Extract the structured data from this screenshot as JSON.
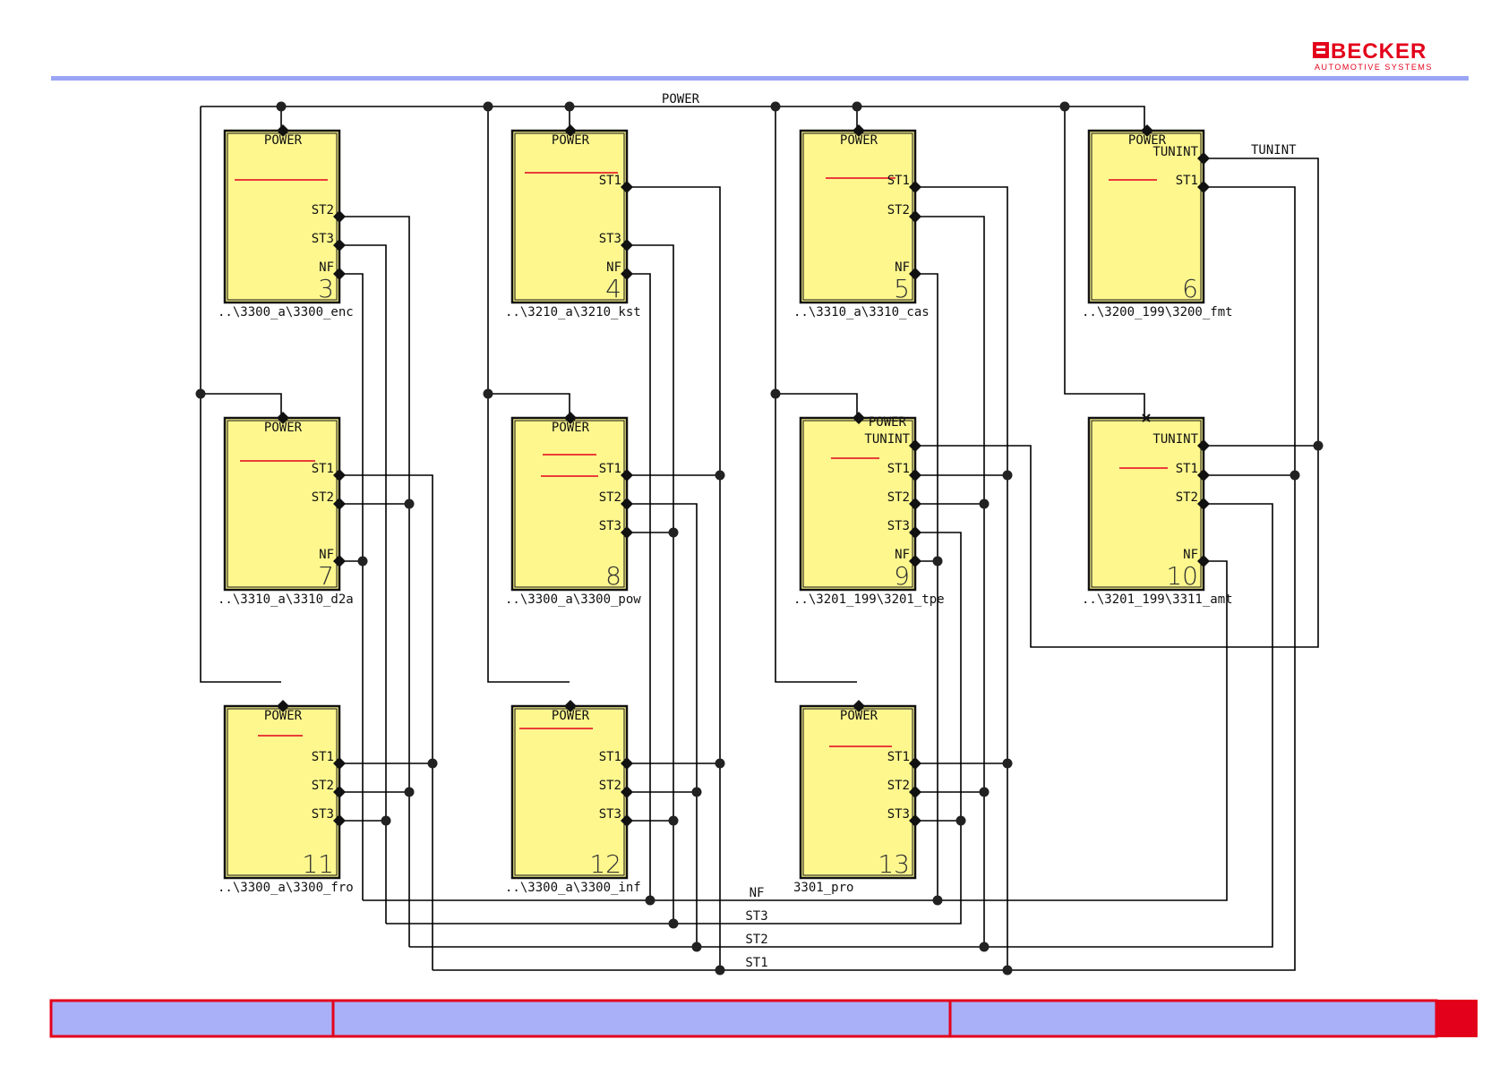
{
  "brand": {
    "name": "BECKER",
    "tagline": "AUTOMOTIVE SYSTEMS",
    "colors": {
      "red": "#e3001b",
      "rule": "#9aa5f5",
      "footer_fill": "#aab0f7",
      "block_fill": "#fdf78e"
    }
  },
  "bus_labels": {
    "power": "POWER",
    "tunint": "TUNINT",
    "nf": "NF",
    "st3": "ST3",
    "st2": "ST2",
    "st1": "ST1"
  },
  "blocks": [
    {
      "id": "3",
      "number": "3",
      "path": "..\\3300_a\\3300_enc",
      "ports": {
        "power": "POWER",
        "st2": "ST2",
        "st3": "ST3",
        "nf": "NF"
      }
    },
    {
      "id": "4",
      "number": "4",
      "path": "..\\3210_a\\3210_kst",
      "ports": {
        "power": "POWER",
        "st1": "ST1",
        "st3": "ST3",
        "nf": "NF"
      }
    },
    {
      "id": "5",
      "number": "5",
      "path": "..\\3310_a\\3310_cas",
      "ports": {
        "power": "POWER",
        "st1": "ST1",
        "st2": "ST2",
        "nf": "NF"
      }
    },
    {
      "id": "6",
      "number": "6",
      "path": "..\\3200_199\\3200_fmt",
      "ports": {
        "power": "POWER",
        "tunint": "TUNINT",
        "st1": "ST1"
      }
    },
    {
      "id": "7",
      "number": "7",
      "path": "..\\3310_a\\3310_d2a",
      "ports": {
        "power": "POWER",
        "st1": "ST1",
        "st2": "ST2",
        "nf": "NF"
      }
    },
    {
      "id": "8",
      "number": "8",
      "path": "..\\3300_a\\3300_pow",
      "ports": {
        "power": "POWER",
        "st1": "ST1",
        "st2": "ST2",
        "st3": "ST3"
      }
    },
    {
      "id": "9",
      "number": "9",
      "path": "..\\3201_199\\3201_tpe",
      "ports": {
        "power": "POWER",
        "tunint": "TUNINT",
        "st1": "ST1",
        "st2": "ST2",
        "st3": "ST3",
        "nf": "NF"
      }
    },
    {
      "id": "10",
      "number": "10",
      "path": "..\\3201_199\\3311_amt",
      "ports": {
        "tunint": "TUNINT",
        "st1": "ST1",
        "st2": "ST2",
        "nf": "NF"
      }
    },
    {
      "id": "11",
      "number": "11",
      "path": "..\\3300_a\\3300_fro",
      "ports": {
        "power": "POWER",
        "st1": "ST1",
        "st2": "ST2",
        "st3": "ST3"
      }
    },
    {
      "id": "12",
      "number": "12",
      "path": "..\\3300_a\\3300_inf",
      "ports": {
        "power": "POWER",
        "st1": "ST1",
        "st2": "ST2",
        "st3": "ST3"
      }
    },
    {
      "id": "13",
      "number": "13",
      "path": "3301_pro",
      "ports": {
        "power": "POWER",
        "st1": "ST1",
        "st2": "ST2",
        "st3": "ST3"
      }
    }
  ]
}
